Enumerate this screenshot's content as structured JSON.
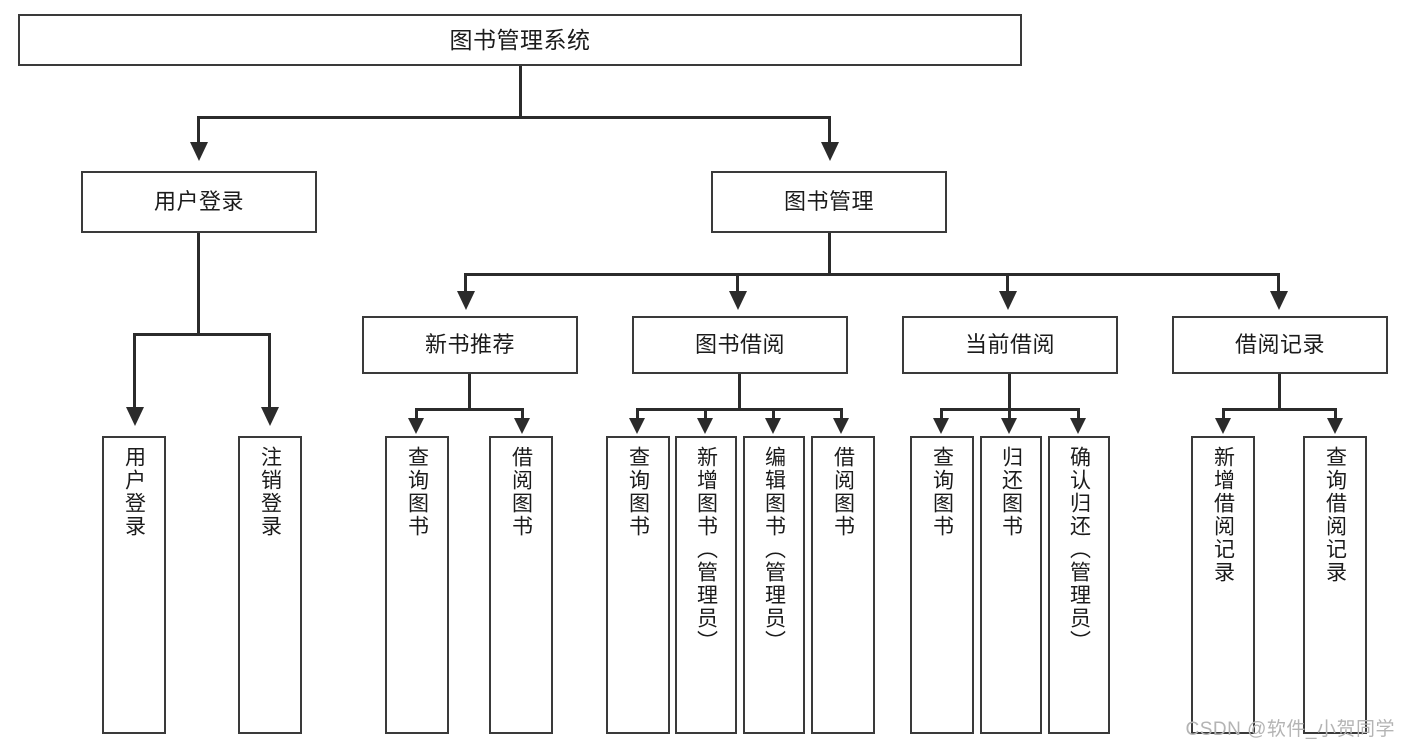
{
  "diagram": {
    "title": "图书管理系统",
    "type": "tree",
    "watermark": "CSDN @软件_小贺同学",
    "colors": {
      "box_border": "#3a3a3a",
      "connector": "#2b2b2b",
      "background": "#ffffff",
      "text": "#1b1b1b",
      "watermark": "#b4b4b4"
    },
    "levels": {
      "root": {
        "label": "图书管理系统"
      },
      "level2": [
        {
          "label": "用户登录"
        },
        {
          "label": "图书管理"
        }
      ],
      "level3": [
        {
          "label": "新书推荐"
        },
        {
          "label": "图书借阅"
        },
        {
          "label": "当前借阅"
        },
        {
          "label": "借阅记录"
        }
      ],
      "leaves": {
        "user_login": [
          {
            "label": "用户登录"
          },
          {
            "label": "注销登录"
          }
        ],
        "new_book_recommend": [
          {
            "label": "查询图书"
          },
          {
            "label": "借阅图书"
          }
        ],
        "book_borrow": [
          {
            "label": "查询图书"
          },
          {
            "label": "新增图书（管理员）"
          },
          {
            "label": "编辑图书（管理员）"
          },
          {
            "label": "借阅图书"
          }
        ],
        "current_borrow": [
          {
            "label": "查询图书"
          },
          {
            "label": "归还图书"
          },
          {
            "label": "确认归还（管理员）"
          }
        ],
        "borrow_record": [
          {
            "label": "新增借阅记录"
          },
          {
            "label": "查询借阅记录"
          }
        ]
      }
    }
  }
}
